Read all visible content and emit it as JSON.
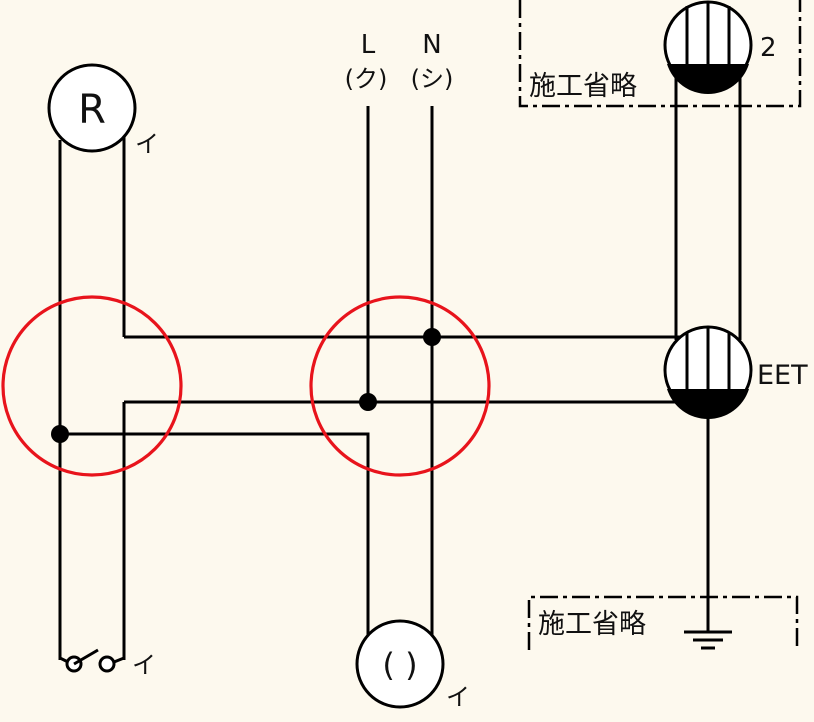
{
  "labels": {
    "line": "L",
    "neutral": "N",
    "line_color": "(ク)",
    "neutral_color": "(シ)",
    "lamp_r": "R",
    "switch_tag": "イ",
    "lamp_tag": "イ",
    "outlet_tag": "イ",
    "outlet_symbol": "( )",
    "timer_switch": "EET",
    "fluorescent_count": "2",
    "omitted_top": "施工省略",
    "omitted_bottom": "施工省略"
  },
  "colors": {
    "background": "#fdf9ee",
    "wire": "#000000",
    "junction_marker": "#e8141c"
  }
}
